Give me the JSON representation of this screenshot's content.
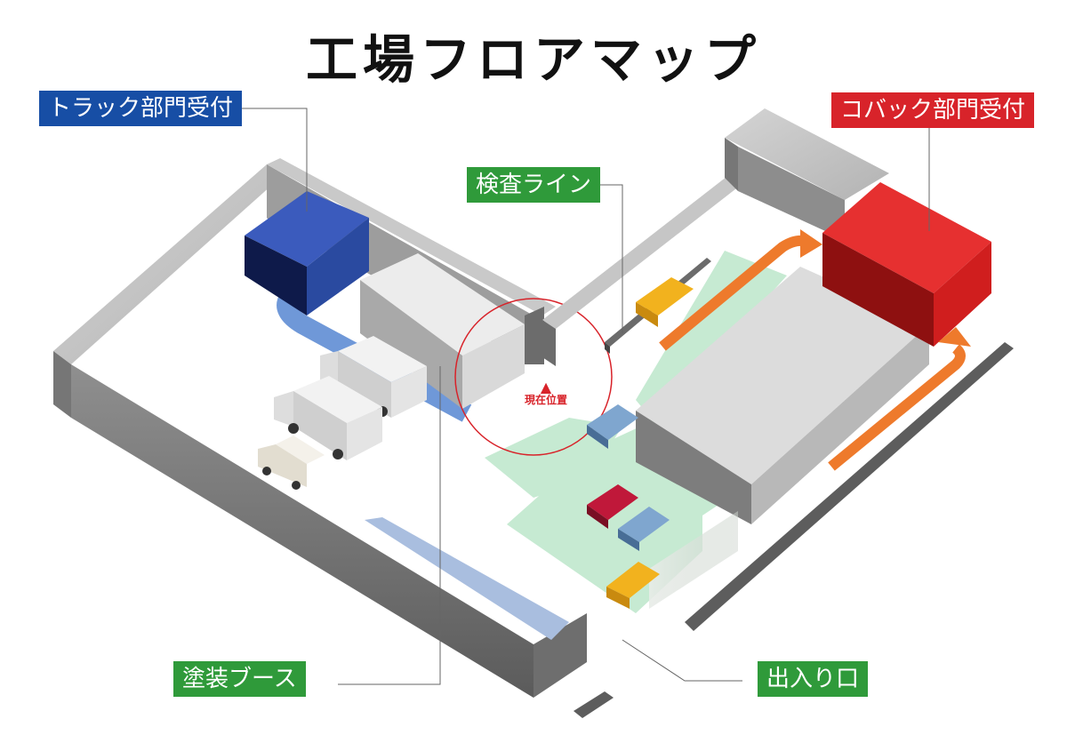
{
  "title": "工場フロアマップ",
  "labels": {
    "truck_reception": "トラック部門受付",
    "cobac_reception": "コバック部門受付",
    "inspection_line": "検査ライン",
    "paint_booth": "塗装ブース",
    "entrance": "出入り口"
  },
  "current_position": {
    "icon": "triangle-up-icon",
    "text": "現在位置"
  },
  "colors": {
    "truck_label": "#174ea5",
    "cobac_label": "#d8232a",
    "green_label": "#2f9a3a",
    "truck_building": "#2a4aa0",
    "cobac_building": "#e02424",
    "inspection_zone": "#c6ead2",
    "blue_arrow": "#6f98d8",
    "orange_arrow": "#ee7a2c",
    "paint_booth": "#a9bedf"
  }
}
